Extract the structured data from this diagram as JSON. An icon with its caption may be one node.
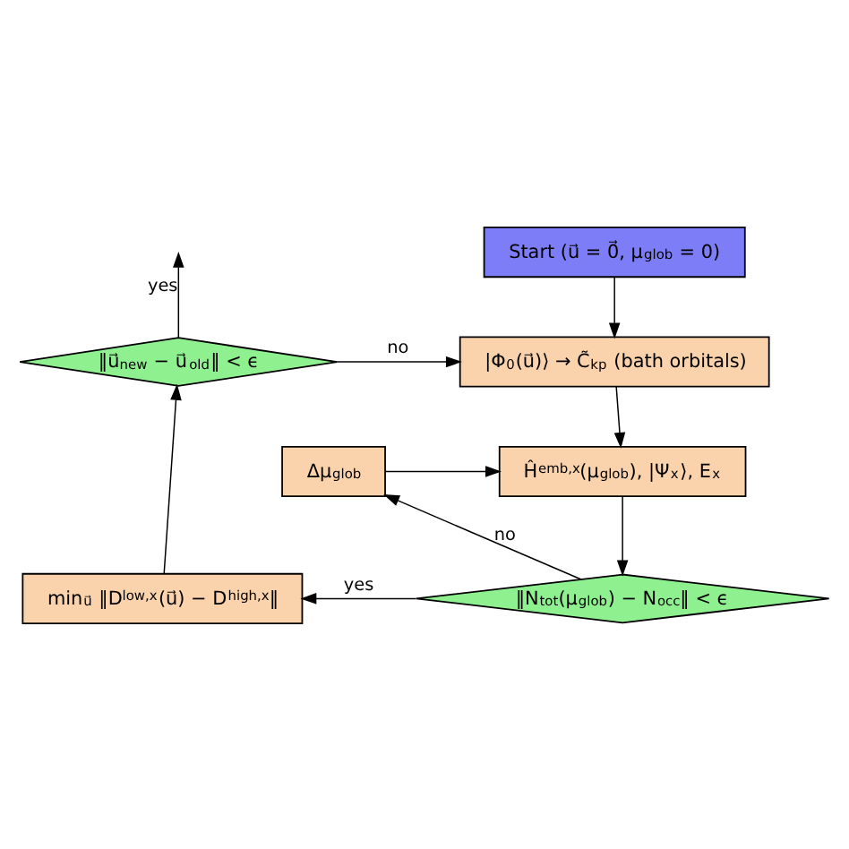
{
  "diagram": {
    "nodes": [
      {
        "text": [
          "Start (u⃗ = 0⃗, μ$_{glob}$ = 0)"
        ]
      },
      {
        "text": [
          "|Φ$_{0}$(u⃗)⟩ → C̃$_{kp}$ (bath orbitals)"
        ]
      },
      {
        "text": [
          "Δμ$_{glob}$"
        ]
      },
      {
        "text": [
          "Ĥ$^{emb,x}$(μ$_{glob}$), |Ψ$_{x}$⟩, E$_{x}$"
        ]
      },
      {
        "text": [
          "‖N$_{tot}$(μ$_{glob}$) − N$_{occ}$‖ < ϵ"
        ]
      },
      {
        "text": [
          "min$_{u⃗}$ ‖D$^{low,x}$(u⃗) − D$^{high,x}$‖"
        ]
      },
      {
        "text": [
          "‖u⃗$_{new}$ − u⃗$_{old}$‖ < ϵ"
        ]
      }
    ],
    "edges": [
      {
        "from": 0,
        "to": 1,
        "arrow": "to"
      },
      {
        "from": 1,
        "to": 3,
        "arrow": "to"
      },
      {
        "from": 2,
        "to": 3,
        "arrow": "to"
      },
      {
        "from": 3,
        "to": 4,
        "arrow": "to"
      },
      {
        "from": 4,
        "to": 2,
        "arrow": "to",
        "label": "no"
      },
      {
        "from": 4,
        "to": 5,
        "arrow": "to",
        "label": "yes"
      },
      {
        "from": 5,
        "to": 6,
        "arrow": "to"
      },
      {
        "from": 6,
        "to": 1,
        "arrow": "to",
        "label": "no"
      },
      {
        "from": 6,
        "to": null,
        "arrow": "to",
        "label": "yes"
      }
    ]
  }
}
